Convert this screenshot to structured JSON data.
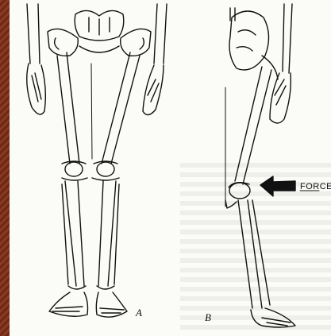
{
  "figure": {
    "panel_a_label": "A",
    "panel_b_label": "B",
    "force_label": "FORCE"
  },
  "colors": {
    "frame": "#7a2f1c",
    "paper": "#fbfbf7",
    "ink": "#111111"
  }
}
